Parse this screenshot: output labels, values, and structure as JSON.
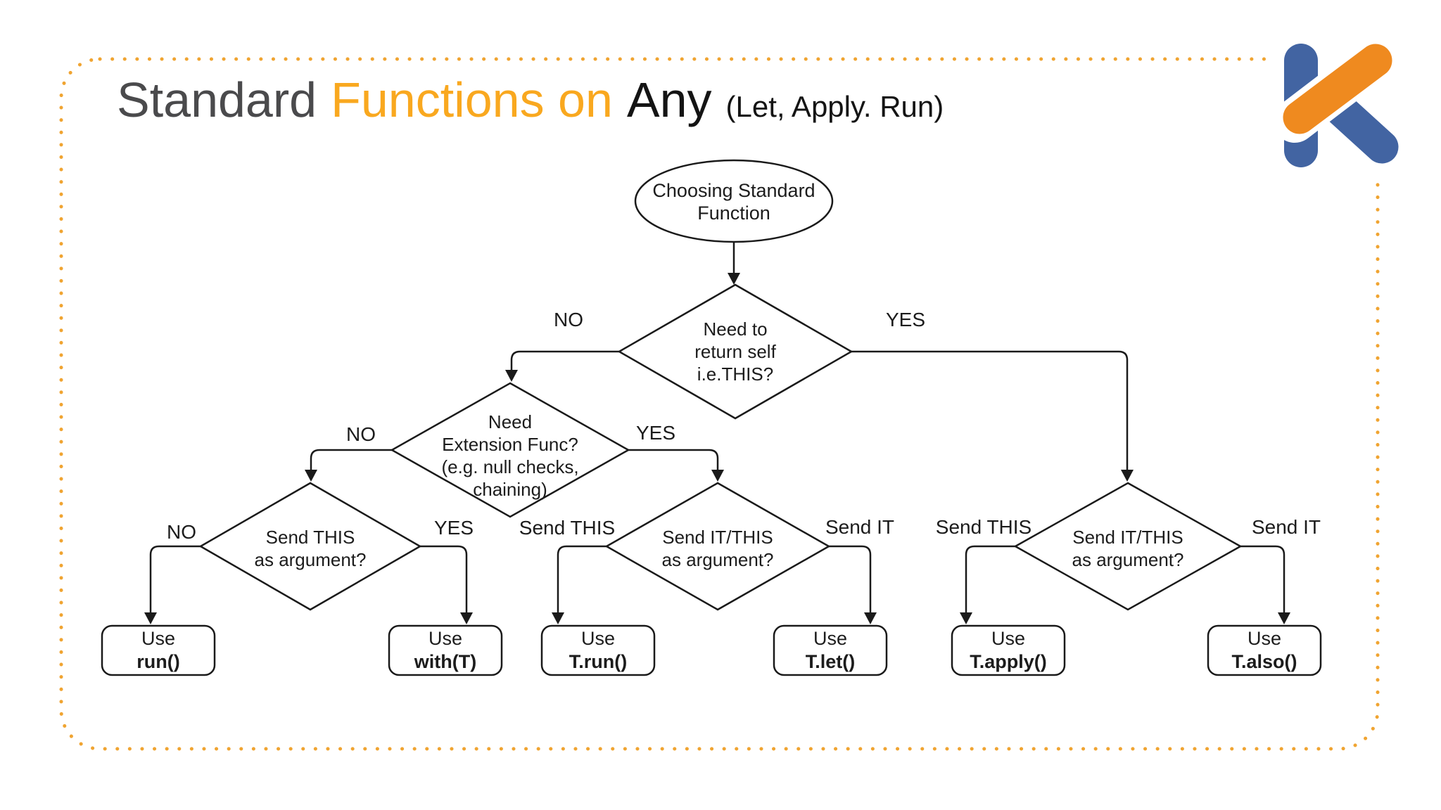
{
  "colors": {
    "title_gray": "#4a4a4c",
    "title_orange": "#F9A81F",
    "title_black": "#141414",
    "border_dots": "#F0A431",
    "logo_orange": "#EF8A1F",
    "logo_blue": "#4264A2",
    "line": "#1a1a1a"
  },
  "title": {
    "word1": "Standard",
    "word2": "Functions on",
    "word3": "Any",
    "word4": "(Let, Apply. Run)"
  },
  "flowchart": {
    "start": {
      "line1": "Choosing Standard",
      "line2": "Function"
    },
    "d1": {
      "line1": "Need to",
      "line2": "return self",
      "line3": "i.e.THIS?",
      "no_label": "NO",
      "yes_label": "YES"
    },
    "d2": {
      "line1": "Need",
      "line2": "Extension Func?",
      "line3": "(e.g. null checks,",
      "line4": "chaining)",
      "no_label": "NO",
      "yes_label": "YES"
    },
    "bl": {
      "line1": "Send THIS",
      "line2": "as argument?",
      "left_label": "NO",
      "right_label": "YES"
    },
    "bm": {
      "line1": "Send IT/THIS",
      "line2": "as argument?",
      "left_label": "Send THIS",
      "right_label": "Send IT"
    },
    "br": {
      "line1": "Send IT/THIS",
      "line2": "as argument?",
      "left_label": "Send THIS",
      "right_label": "Send IT"
    },
    "leaf1": {
      "line1": "Use",
      "line2": "run()"
    },
    "leaf2": {
      "line1": "Use",
      "line2": "with(T)"
    },
    "leaf3": {
      "line1": "Use",
      "line2": "T.run()"
    },
    "leaf4": {
      "line1": "Use",
      "line2": "T.let()"
    },
    "leaf5": {
      "line1": "Use",
      "line2": "T.apply()"
    },
    "leaf6": {
      "line1": "Use",
      "line2": "T.also()"
    }
  }
}
